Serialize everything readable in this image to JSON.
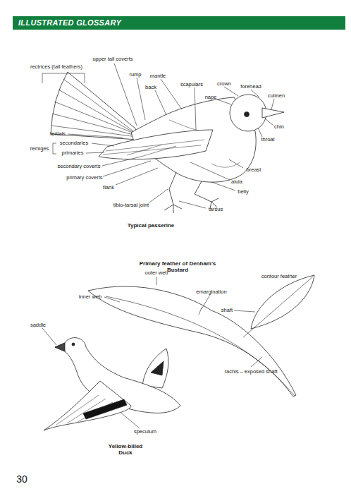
{
  "diagram": {
    "title": "ILLUSTRATED GLOSSARY",
    "labels": [
      "rectrices (tail feathers)",
      "upper tail coverts",
      "rump",
      "mantle",
      "back",
      "scapulars",
      "crown",
      "forehead",
      "nape",
      "culmen",
      "chin",
      "throat",
      "tertials",
      "secondaries",
      "remiges",
      "primaries",
      "secondary coverts",
      "breast",
      "primary coverts",
      "alula",
      "belly",
      "flank",
      "tibio-tarsal joint",
      "tarsus",
      "Typical passerine",
      "Primary feather of Denham's Bustard",
      "outer web",
      "contour feather",
      "inner web",
      "emargination",
      "shaft",
      "saddle",
      "rachis – exposed shaft",
      "speculum",
      "Yellow-billed Duck",
      "30"
    ]
  }
}
